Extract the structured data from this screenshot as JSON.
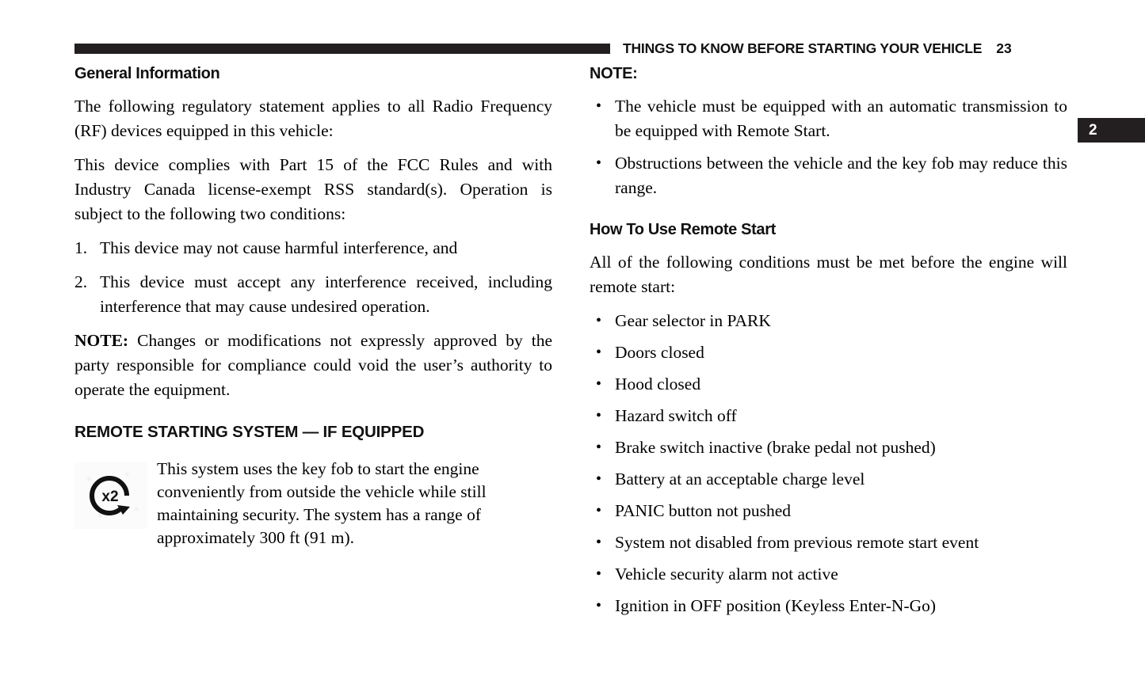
{
  "header": {
    "title": "THINGS TO KNOW BEFORE STARTING YOUR VEHICLE",
    "page_number": "23",
    "rule_color": "#231f20"
  },
  "chapter_tab": {
    "number": "2",
    "background": "#231f20",
    "text_color": "#ffffff"
  },
  "left_column": {
    "heading": "General Information",
    "paragraph_1": "The following regulatory statement applies to all Radio Frequency (RF) devices equipped in this vehicle:",
    "paragraph_2": "This device complies with Part 15 of the FCC Rules and with Industry Canada license-exempt RSS standard(s). Operation is subject to the following two conditions:",
    "numbered_items": [
      {
        "number": "1.",
        "text": "This device may not cause harmful interference, and"
      },
      {
        "number": "2.",
        "text": "This device must accept any interference received, including interference that may cause undesired operation."
      }
    ],
    "note_label": "NOTE:",
    "note_text": " Changes or modifications not expressly approved by the party responsible for compliance could void the user’s authority to operate the equipment.",
    "section_heading": "REMOTE STARTING SYSTEM — IF EQUIPPED",
    "figure": {
      "icon_name": "remote-start-x2-icon",
      "icon_label": "x2",
      "caption": "This system uses the key fob to start the engine conveniently from outside the vehicle while still maintaining security. The system has a range of approximately 300 ft (91 m)."
    }
  },
  "right_column": {
    "note_heading": "NOTE:",
    "note_bullets": [
      "The vehicle must be equipped with an automatic transmission to be equipped with Remote Start.",
      "Obstructions between the vehicle and the key fob may reduce this range."
    ],
    "section_heading": "How To Use Remote Start",
    "intro_paragraph": "All of the following conditions must be met before the engine will remote start:",
    "condition_bullets": [
      "Gear selector in PARK",
      "Doors closed",
      "Hood closed",
      "Hazard switch off",
      "Brake switch inactive (brake pedal not pushed)",
      "Battery at an acceptable charge level",
      "PANIC button not pushed",
      "System not disabled from previous remote start event",
      "Vehicle security alarm not active",
      "Ignition in OFF position (Keyless Enter-N-Go)"
    ]
  }
}
